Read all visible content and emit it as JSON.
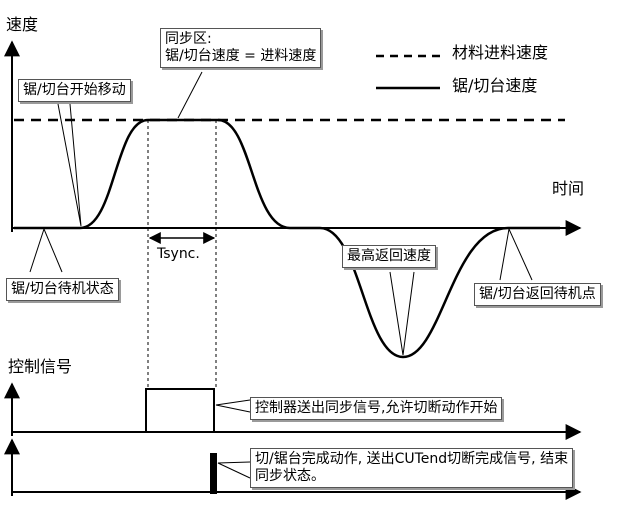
{
  "speed_axis_label": "速度",
  "time_axis_label": "时间",
  "control_axis_label": "控制信号",
  "legend": {
    "material_speed": "材料进料速度",
    "saw_speed": "锯/切台速度"
  },
  "sync_zone": {
    "title": "同步区:",
    "formula": "锯/切台速度 = 进料速度"
  },
  "tsync_label": "Tsync.",
  "callouts": {
    "start_move": "锯/切台开始移动",
    "standby": "锯/切台待机状态",
    "max_return": "最高返回速度",
    "return_standby": "锯/切台返回待机点",
    "controller_sync": "控制器送出同步信号,允许切断动作开始",
    "cut_done_line1": "切/锯台完成动作, 送出CUTend切断完成信号, 结束",
    "cut_done_line2": "同步状态。"
  },
  "colors": {
    "ink": "#000000",
    "shadow": "#9a9a9a"
  }
}
